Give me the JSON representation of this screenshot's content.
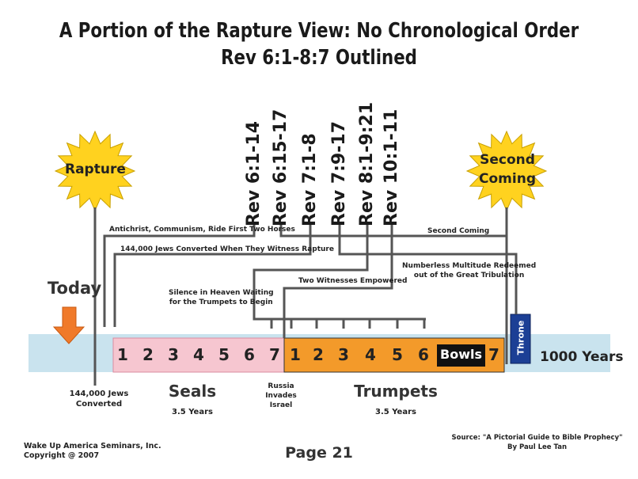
{
  "title": {
    "line1": "A Portion of the Rapture View: No Chronological Order",
    "line2": "Rev 6:1-8:7 Outlined"
  },
  "stars": {
    "rapture": "Rapture",
    "second_coming_line1": "Second",
    "second_coming_line2": "Coming"
  },
  "today_label": "Today",
  "rev_refs": [
    "Rev 6:1-14",
    "Rev 6:15-17",
    "Rev 7:1-8",
    "Rev 7:9-17",
    "Rev 8:1-9:21",
    "Rev 10:1-11"
  ],
  "callouts": {
    "antichrist": "Antichrist, Communism, Ride First Two Horses",
    "jews_converted_rapture": "144,000 Jews Converted When They Witness Rapture",
    "second_coming": "Second Coming",
    "multitude_line1": "Numberless Multitude Redeemed",
    "multitude_line2": "out of the Great Tribulation",
    "two_witnesses": "Two Witnesses Empowered",
    "silence_line1": "Silence in Heaven Waiting",
    "silence_line2": "for the Trumpets to Begin"
  },
  "seals": [
    "1",
    "2",
    "3",
    "4",
    "5",
    "6",
    "7"
  ],
  "trumpets": [
    "1",
    "2",
    "3",
    "4",
    "5",
    "6"
  ],
  "bowls_label": "Bowls",
  "bowls_number": "7",
  "throne_label": "Throne",
  "thousand_years": "1000 Years",
  "below": {
    "jews_line1": "144,000 Jews",
    "jews_line2": "Converted",
    "seals_label": "Seals",
    "seals_years": "3.5 Years",
    "russia_line1": "Russia",
    "russia_line2": "Invades",
    "russia_line3": "Israel",
    "trumpets_label": "Trumpets",
    "trumpets_years": "3.5 Years"
  },
  "footer": {
    "publisher_line1": "Wake Up America Seminars, Inc.",
    "publisher_line2": "Copyright @ 2007",
    "page": "Page 21",
    "source_line1": "Source: \"A Pictorial Guide to Bible Prophecy\"",
    "source_line2": "By Paul Lee Tan"
  },
  "colors": {
    "band": "#c9e3ee",
    "seals_fill": "#f6c6d0",
    "trumpets_fill": "#f39a2a",
    "star_fill": "#ffd21f",
    "throne_fill": "#1c3f95",
    "arrow_fill": "#f07a2a"
  }
}
